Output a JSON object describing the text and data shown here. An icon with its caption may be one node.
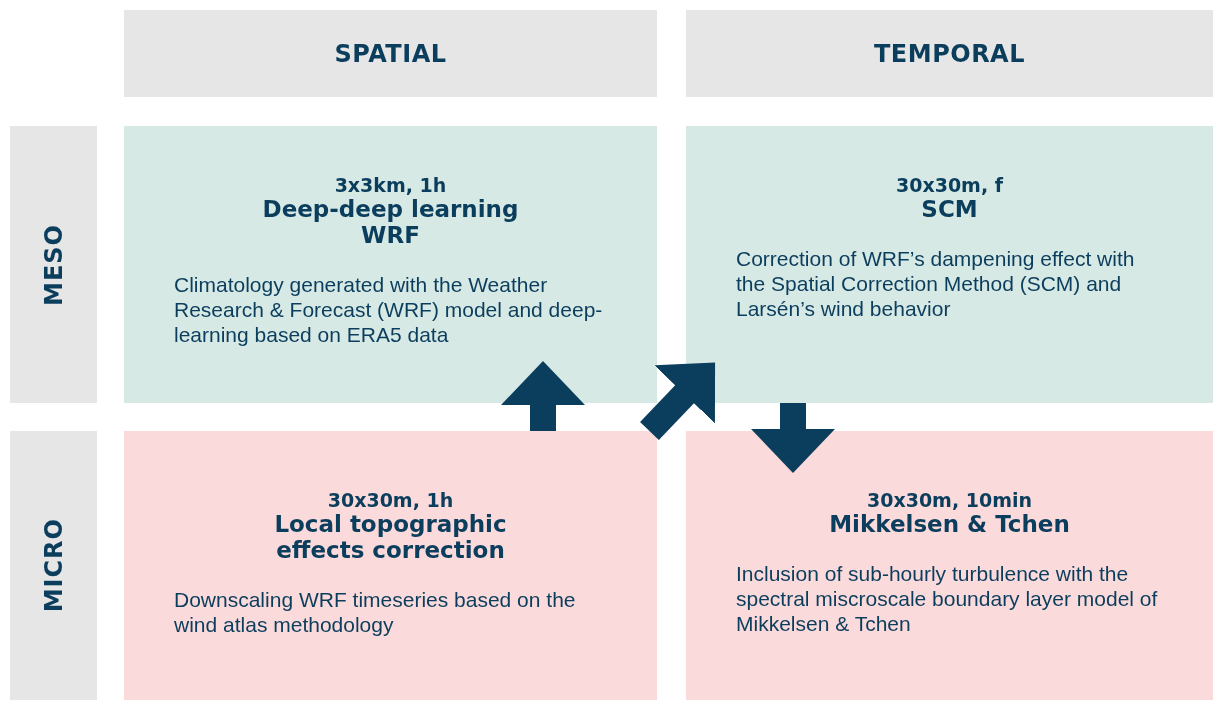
{
  "diagram": {
    "nodes": [
      {
        "text": [
          "SPATIAL"
        ]
      },
      {
        "text": [
          "TEMPORAL"
        ]
      },
      {
        "text": [
          "MESO"
        ]
      },
      {
        "text": [
          "3x3km, 1h",
          "Deep-deep learning WRF",
          "Climatology generated with the Weather Research & Forecast (WRF) model and deep-learning based on ERA5 data"
        ]
      },
      {
        "text": [
          "30x30m, f",
          "SCM",
          "Correction of WRF’s dampening effect with the Spatial Correction Method (SCM) and Larsén’s wind behavior"
        ]
      },
      {
        "text": [
          "MICRO"
        ]
      },
      {
        "text": [
          "30x30m, 1h",
          "Local topographic effects correction",
          "Downscaling WRF timeseries based on the wind atlas methodology"
        ]
      },
      {
        "text": [
          "30x30m, 10min",
          "Mikkelsen & Tchen",
          "Inclusion of sub-hourly turbulence with the spectral miscroscale boundary layer model of Mikkelsen & Tchen"
        ]
      }
    ],
    "edges": [
      {
        "from": 6,
        "to": 3,
        "arrow": "to"
      },
      {
        "from": 6,
        "to": 4,
        "arrow": "to"
      },
      {
        "from": 4,
        "to": 7,
        "arrow": "to"
      }
    ]
  }
}
